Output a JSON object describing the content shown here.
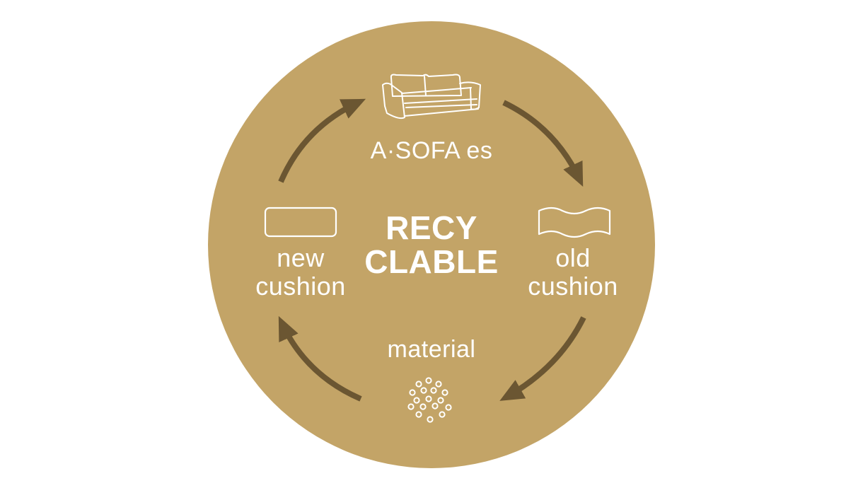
{
  "colors": {
    "circle": "#c3a467",
    "arrow": "#6b5632",
    "line": "#ffffff"
  },
  "diagram": {
    "center": {
      "line1": "RECY",
      "line2": "CLABLE"
    },
    "nodes": {
      "sofa": {
        "label": "A·SOFA es",
        "icon": "sofa-icon"
      },
      "old_cushion": {
        "line1": "old",
        "line2": "cushion",
        "icon": "wavy-cushion-icon"
      },
      "material": {
        "label": "material",
        "icon": "granules-icon"
      },
      "new_cushion": {
        "line1": "new",
        "line2": "cushion",
        "icon": "rectangle-cushion-icon"
      }
    }
  }
}
